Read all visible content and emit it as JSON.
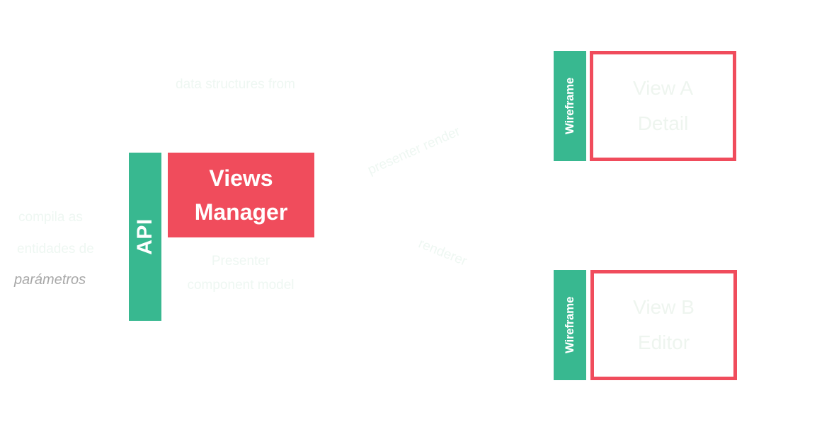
{
  "left_labels": {
    "line1": "compila as",
    "line2": "entidades de",
    "line3": "parámetros"
  },
  "api": {
    "label": "API"
  },
  "views_manager": {
    "line1": "Views",
    "line2": "Manager"
  },
  "top_annotation": "data structures from",
  "below_manager": {
    "line1": "Presenter",
    "line2": "component model"
  },
  "upper_arrow_label": "presenter render",
  "lower_arrow_label": "renderer",
  "wireframe_top": {
    "label": "Wireframe",
    "line1": "View A",
    "line2": "Detail"
  },
  "wireframe_bottom": {
    "label": "Wireframe",
    "line1": "View B",
    "line2": "Editor"
  },
  "colors": {
    "green": "#38b890",
    "red": "#f04c5c",
    "gray_text": "#a8a8a8",
    "ghost_text": "#eef7f2"
  }
}
